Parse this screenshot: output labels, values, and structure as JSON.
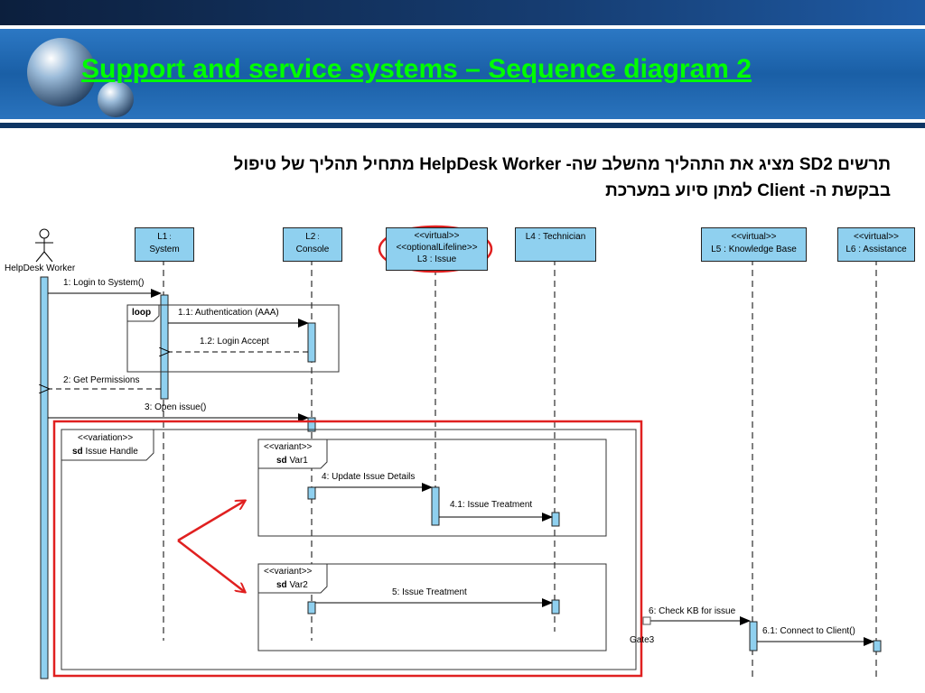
{
  "slide": {
    "title": "Support and service systems – Sequence diagram 2",
    "subtitle_line1": "תרשים SD2 מציג את התהליך מהשלב שה- HelpDesk Worker מתחיל תהליך של טיפול",
    "subtitle_line2": "בבקשת ה- Client למתן סיוע במערכת"
  },
  "diagram": {
    "actor": "HelpDesk Worker",
    "lifelines": [
      {
        "stereo": "",
        "id": "L1",
        "name": "System"
      },
      {
        "stereo": "",
        "id": "L2",
        "name": "Console"
      },
      {
        "stereo": "<<virtual>>",
        "stereo2": "<<optionalLifeline>>",
        "id": "L3",
        "name": "Issue"
      },
      {
        "stereo": "",
        "id": "L4",
        "name": "Technician"
      },
      {
        "stereo": "<<virtual>>",
        "id": "L5",
        "name": "Knowledge Base"
      },
      {
        "stereo": "<<virtual>>",
        "id": "L6",
        "name": "Assistance"
      }
    ],
    "messages": {
      "m1": {
        "num": "1",
        "text": "Login to System()"
      },
      "m11": {
        "num": "1.1",
        "text": "Authentication (AAA)"
      },
      "m12": {
        "num": "1.2",
        "text": "Login Accept"
      },
      "m2": {
        "num": "2",
        "text": "Get Permissions"
      },
      "m3": {
        "num": "3",
        "text": "Open issue()"
      },
      "m4": {
        "num": "4",
        "text": "Update Issue Details"
      },
      "m41": {
        "num": "4.1",
        "text": "Issue Treatment"
      },
      "m5": {
        "num": "5",
        "text": "Issue Treatment"
      },
      "m6": {
        "num": "6",
        "text": "Check KB for issue"
      },
      "m61": {
        "num": "6.1",
        "text": "Connect to Client()"
      }
    },
    "fragments": {
      "loop": "loop",
      "variation_stereo": "<<variation>>",
      "variation_sd": "sd",
      "variation_name": "Issue Handle",
      "variant_stereo": "<<variant>>",
      "var1_sd": "sd",
      "var1_name": "Var1",
      "var2_sd": "sd",
      "var2_name": "Var2",
      "gate": "Gate3"
    }
  },
  "colors": {
    "header_top": "#0f2f5f",
    "header_band": "#1a5fa6",
    "title": "#00ff00",
    "lifeline_fill": "#8fd0ef",
    "highlight": "#e02020"
  }
}
